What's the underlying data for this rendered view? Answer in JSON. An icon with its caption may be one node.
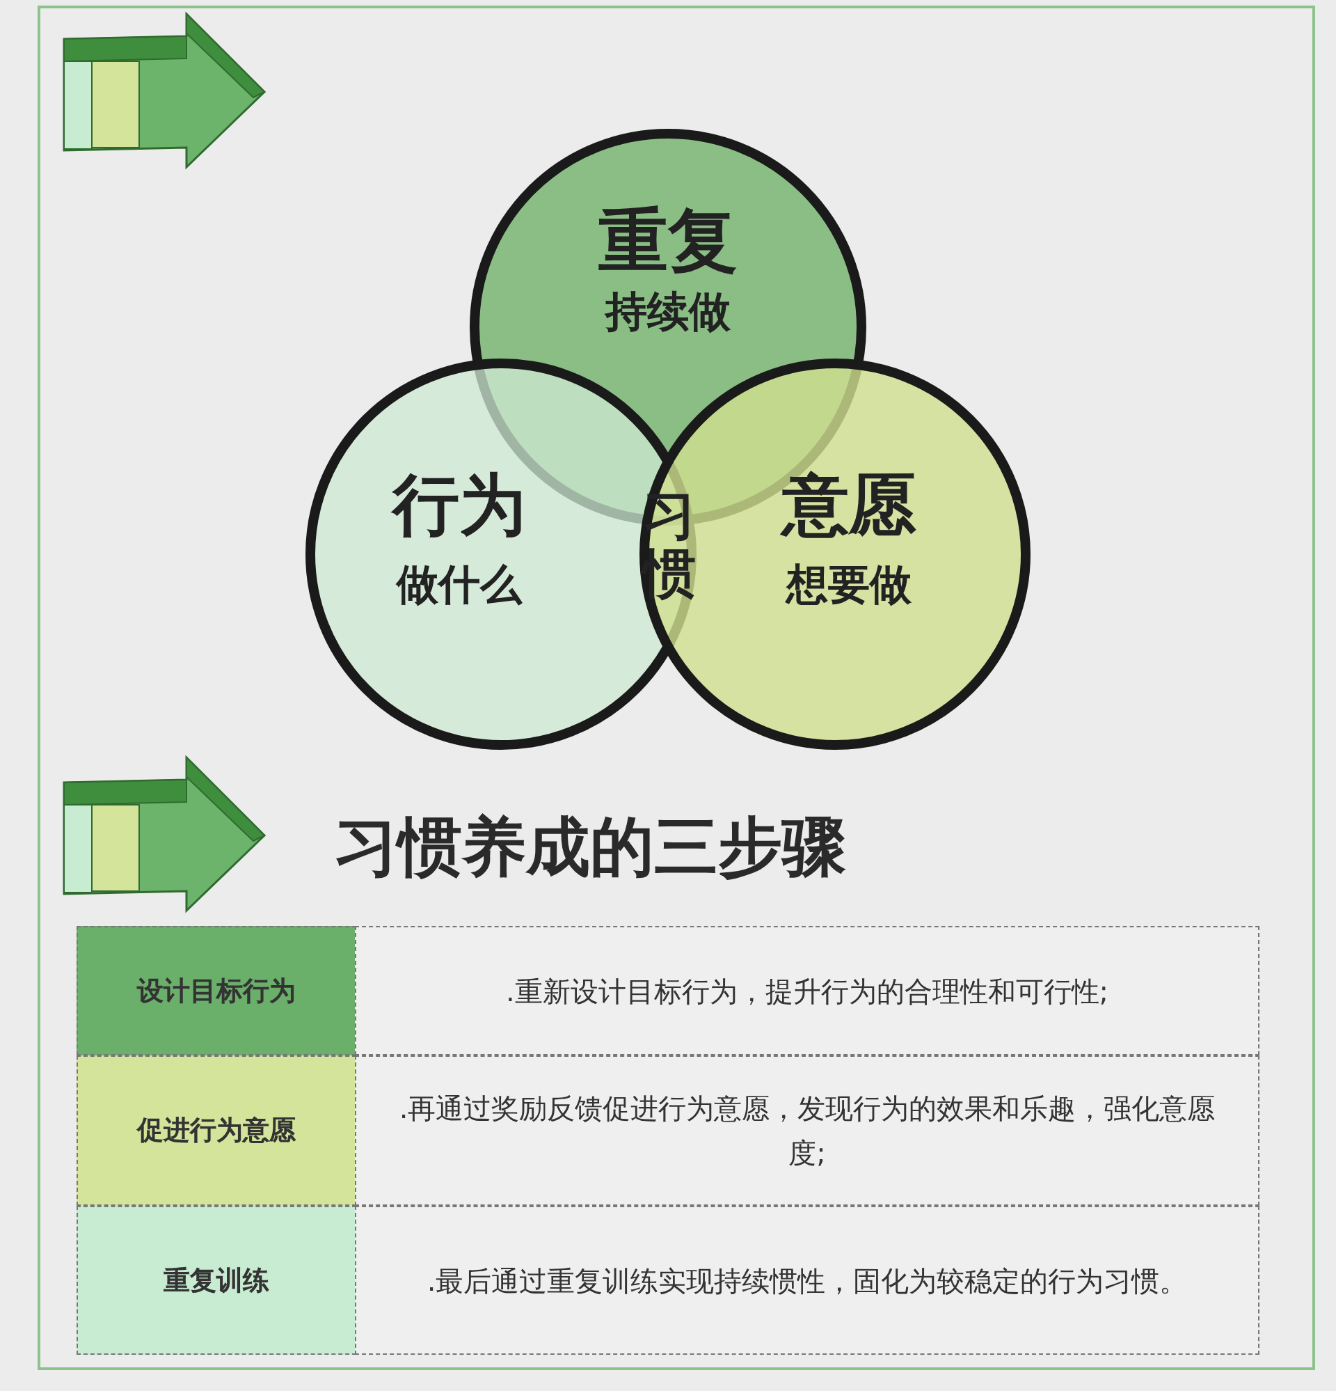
{
  "diagram": {
    "title": "习惯养成的三步骤",
    "nodes": [
      {
        "text": [
          "重复",
          "持续做"
        ]
      },
      {
        "text": [
          "行为",
          "做什么"
        ]
      },
      {
        "text": [
          "意愿",
          "想要做"
        ]
      }
    ],
    "labels": [
      "习惯",
      "设计目标行为",
      ".重新设计目标行为，提升行为的合理性和可行性;",
      "促进行为意愿",
      ".再通过奖励反馈促进行为意愿，发现行为的效果和乐趣，强化意愿度;",
      "重复训练",
      ".最后通过重复训练实现持续惯性，固化为较稳定的行为习惯。"
    ]
  }
}
